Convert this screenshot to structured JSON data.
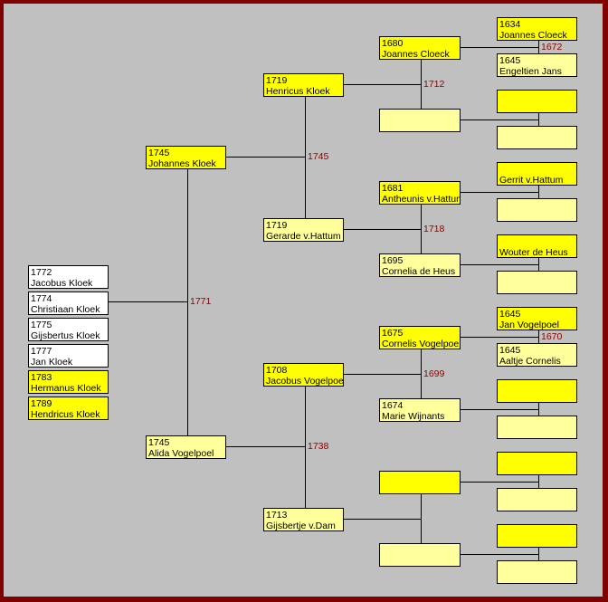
{
  "children": [
    {
      "year": "1772",
      "name": "Jacobus Kloek",
      "color": "white"
    },
    {
      "year": "1774",
      "name": "Christiaan Kloek",
      "color": "white"
    },
    {
      "year": "1775",
      "name": "Gijsbertus Kloek",
      "color": "white"
    },
    {
      "year": "1777",
      "name": "Jan Kloek",
      "color": "white"
    },
    {
      "year": "1783",
      "name": "Hermanus Kloek",
      "color": "yellow"
    },
    {
      "year": "1789",
      "name": "Hendricus Kloek",
      "color": "yellow"
    }
  ],
  "generations": [
    {
      "persons": [
        {
          "year": "1745",
          "name": "Johannes Kloek",
          "sex": "m"
        },
        {
          "year": "1745",
          "name": "Alida Vogelpoel",
          "sex": "f"
        }
      ],
      "marriages": [
        "1771"
      ]
    },
    {
      "persons": [
        {
          "year": "1719",
          "name": "Henricus Kloek",
          "sex": "m"
        },
        {
          "year": "1719",
          "name": "Gerarde v.Hattum",
          "sex": "f"
        },
        {
          "year": "1708",
          "name": "Jacobus Vogelpoel",
          "sex": "m"
        },
        {
          "year": "1713",
          "name": "Gijsbertje v.Dam",
          "sex": "f"
        }
      ],
      "marriages": [
        "1745",
        "1738"
      ]
    },
    {
      "persons": [
        {
          "year": "1680",
          "name": "Joannes Cloeck",
          "sex": "m"
        },
        {
          "year": "",
          "name": "",
          "sex": "f"
        },
        {
          "year": "1681",
          "name": "Antheunis v.Hattum",
          "sex": "m"
        },
        {
          "year": "1695",
          "name": "Cornelia de Heus",
          "sex": "f"
        },
        {
          "year": "1675",
          "name": "Cornelis Vogelpoel",
          "sex": "m"
        },
        {
          "year": "1674",
          "name": "Marie Wijnants",
          "sex": "f"
        },
        {
          "year": "",
          "name": "",
          "sex": "m"
        },
        {
          "year": "",
          "name": "",
          "sex": "f"
        }
      ],
      "marriages": [
        "1712",
        "1718",
        "1699",
        ""
      ]
    },
    {
      "persons": [
        {
          "year": "1634",
          "name": "Joannes Cloeck",
          "sex": "m"
        },
        {
          "year": "1645",
          "name": "Engeltien Jans",
          "sex": "f"
        },
        {
          "year": "",
          "name": "",
          "sex": "m"
        },
        {
          "year": "",
          "name": "",
          "sex": "f"
        },
        {
          "year": "",
          "name": "Gerrit v.Hattum",
          "sex": "m"
        },
        {
          "year": "",
          "name": "",
          "sex": "f"
        },
        {
          "year": "",
          "name": "Wouter de Heus",
          "sex": "m"
        },
        {
          "year": "",
          "name": "",
          "sex": "f"
        },
        {
          "year": "1645",
          "name": "Jan Vogelpoel",
          "sex": "m"
        },
        {
          "year": "1645",
          "name": "Aaltje Cornelis",
          "sex": "f"
        },
        {
          "year": "",
          "name": "",
          "sex": "m"
        },
        {
          "year": "",
          "name": "",
          "sex": "f"
        },
        {
          "year": "",
          "name": "",
          "sex": "m"
        },
        {
          "year": "",
          "name": "",
          "sex": "f"
        },
        {
          "year": "",
          "name": "",
          "sex": "m"
        },
        {
          "year": "",
          "name": "",
          "sex": "f"
        }
      ],
      "marriages": [
        "1672",
        "",
        "",
        "",
        "1670",
        "",
        "",
        ""
      ]
    }
  ],
  "colors": {
    "frame": "#800000",
    "male": "#ffff00",
    "female": "#ffff9c",
    "child_white": "#ffffff",
    "marriage_year": "#8b0000"
  }
}
